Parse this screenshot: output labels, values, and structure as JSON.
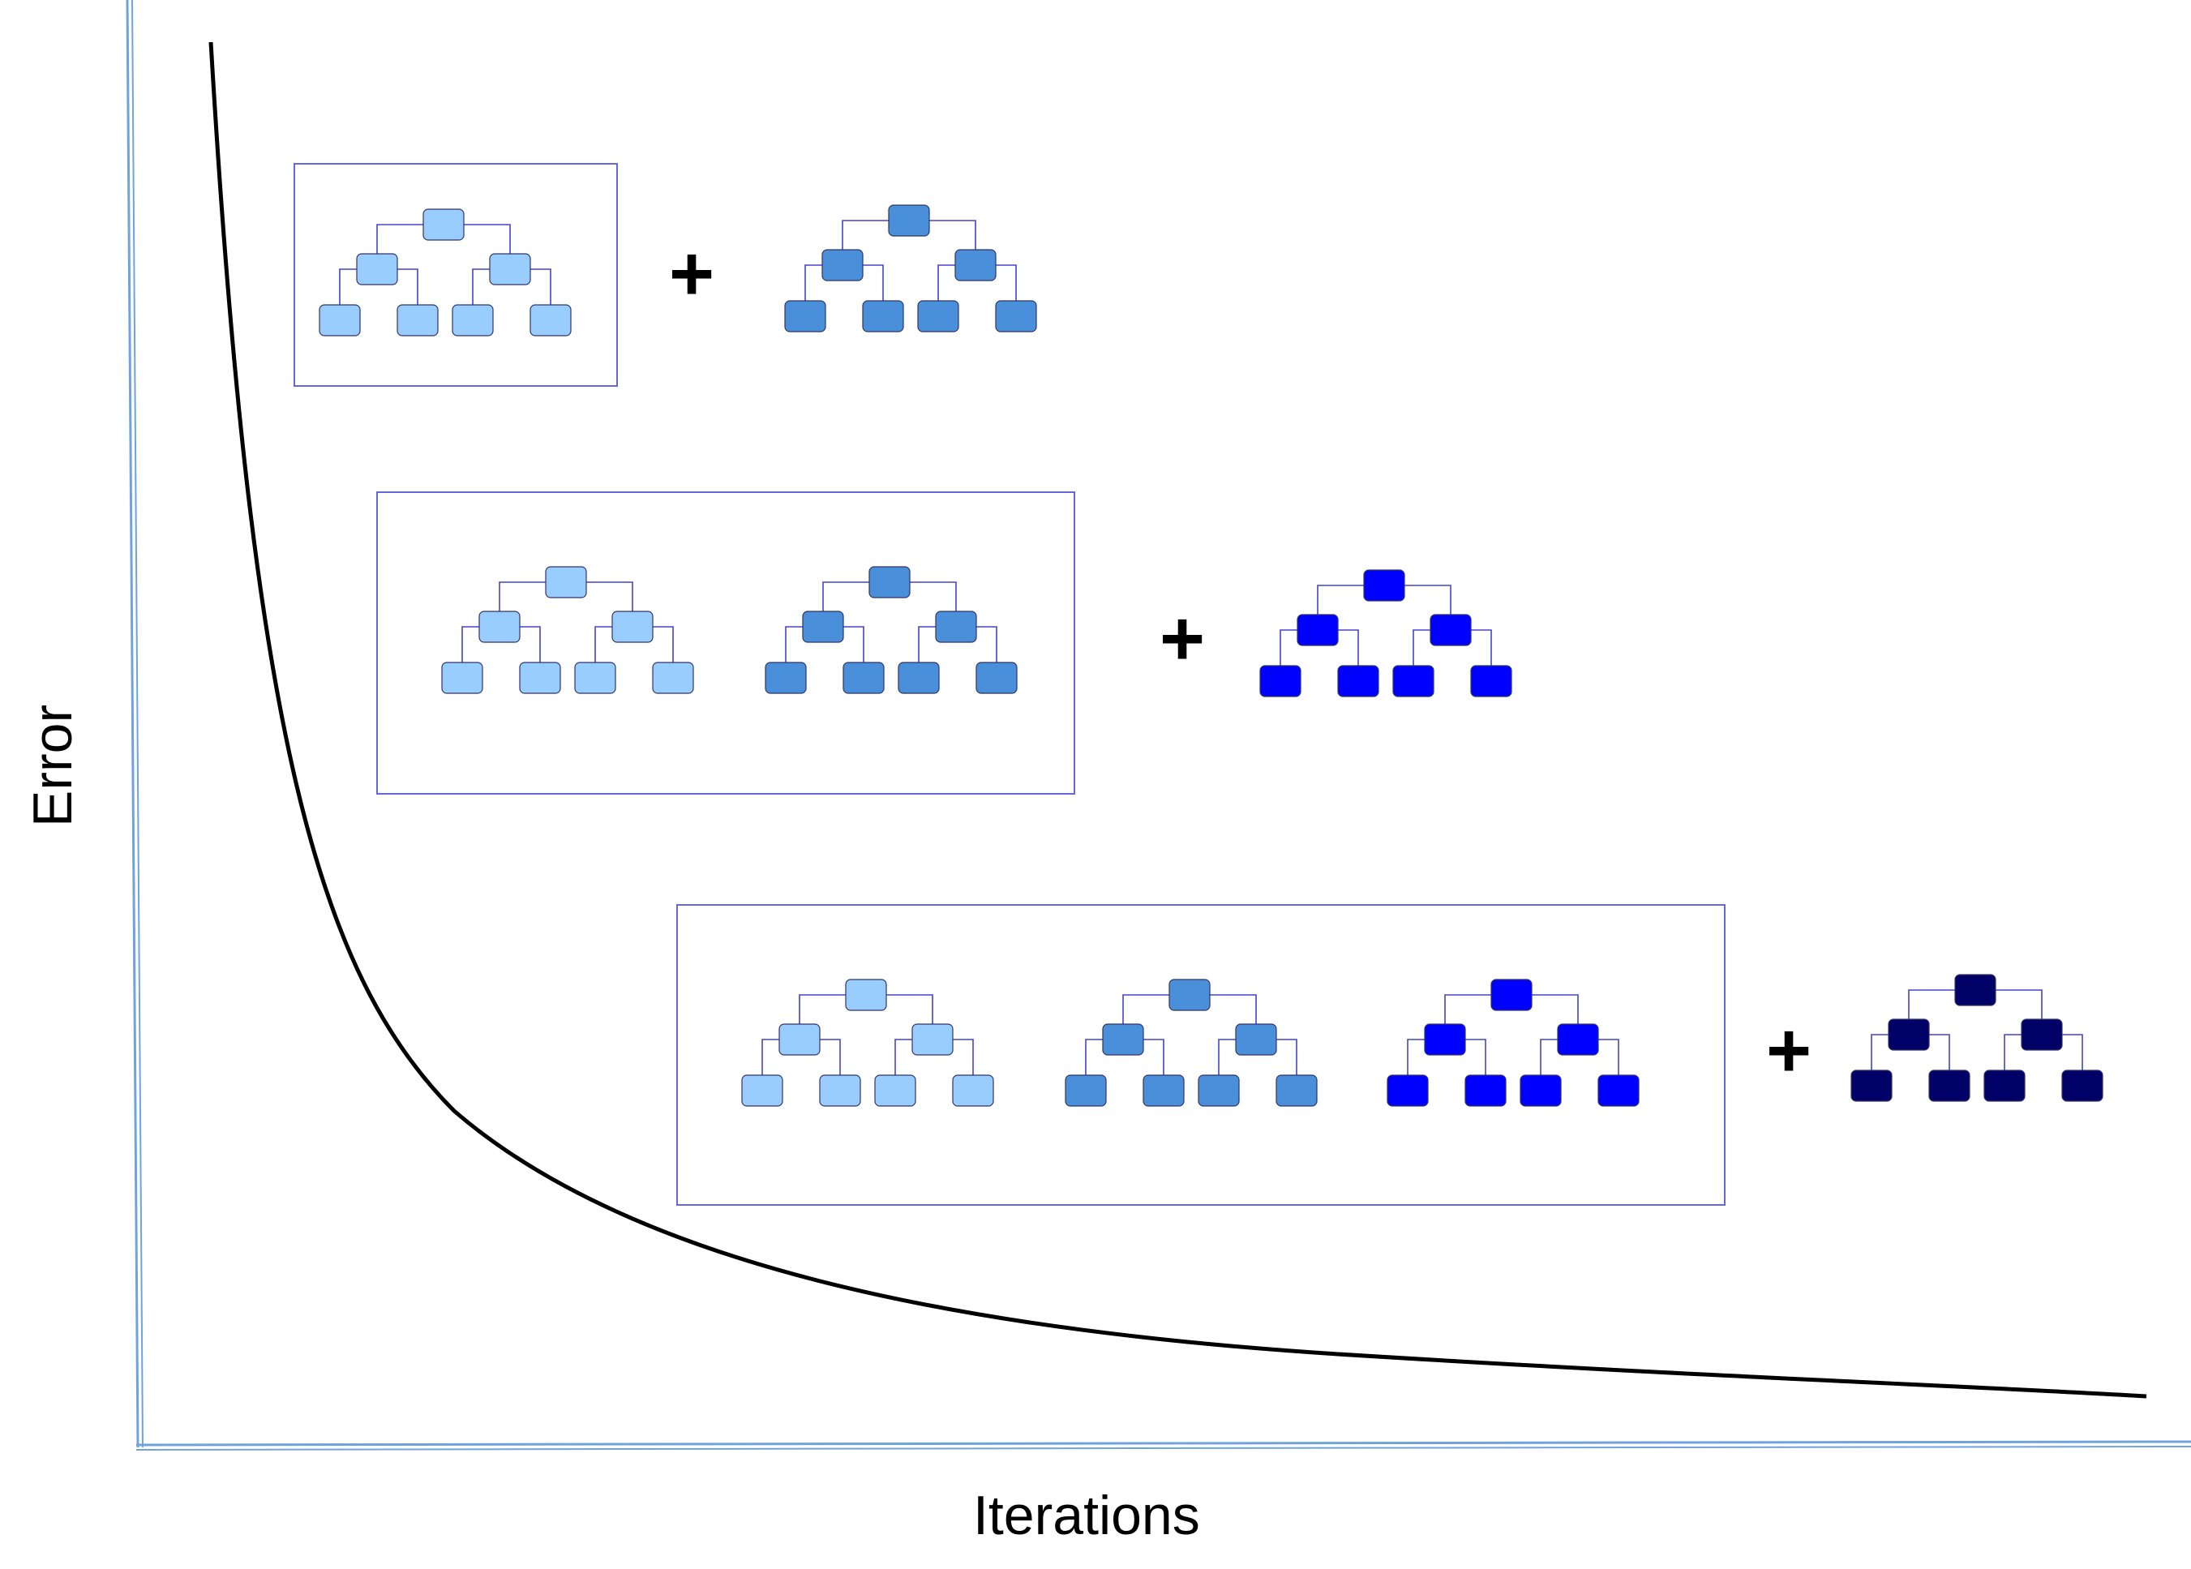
{
  "axes": {
    "x_label": "Iterations",
    "y_label": "Error"
  },
  "plus_symbol": "+",
  "colors": {
    "axis": "#6fa3dc",
    "curve": "#000000",
    "frame": "#6666dd",
    "tree_line": "#4444cc",
    "stage_1": "#99ccff",
    "stage_2": "#4a8fd9",
    "stage_3": "#0000ff",
    "stage_4": "#000066"
  },
  "rows": [
    {
      "ensemble_trees": [
        "stage_1"
      ],
      "new_tree": "stage_2"
    },
    {
      "ensemble_trees": [
        "stage_1",
        "stage_2"
      ],
      "new_tree": "stage_3"
    },
    {
      "ensemble_trees": [
        "stage_1",
        "stage_2",
        "stage_3"
      ],
      "new_tree": "stage_4"
    }
  ]
}
